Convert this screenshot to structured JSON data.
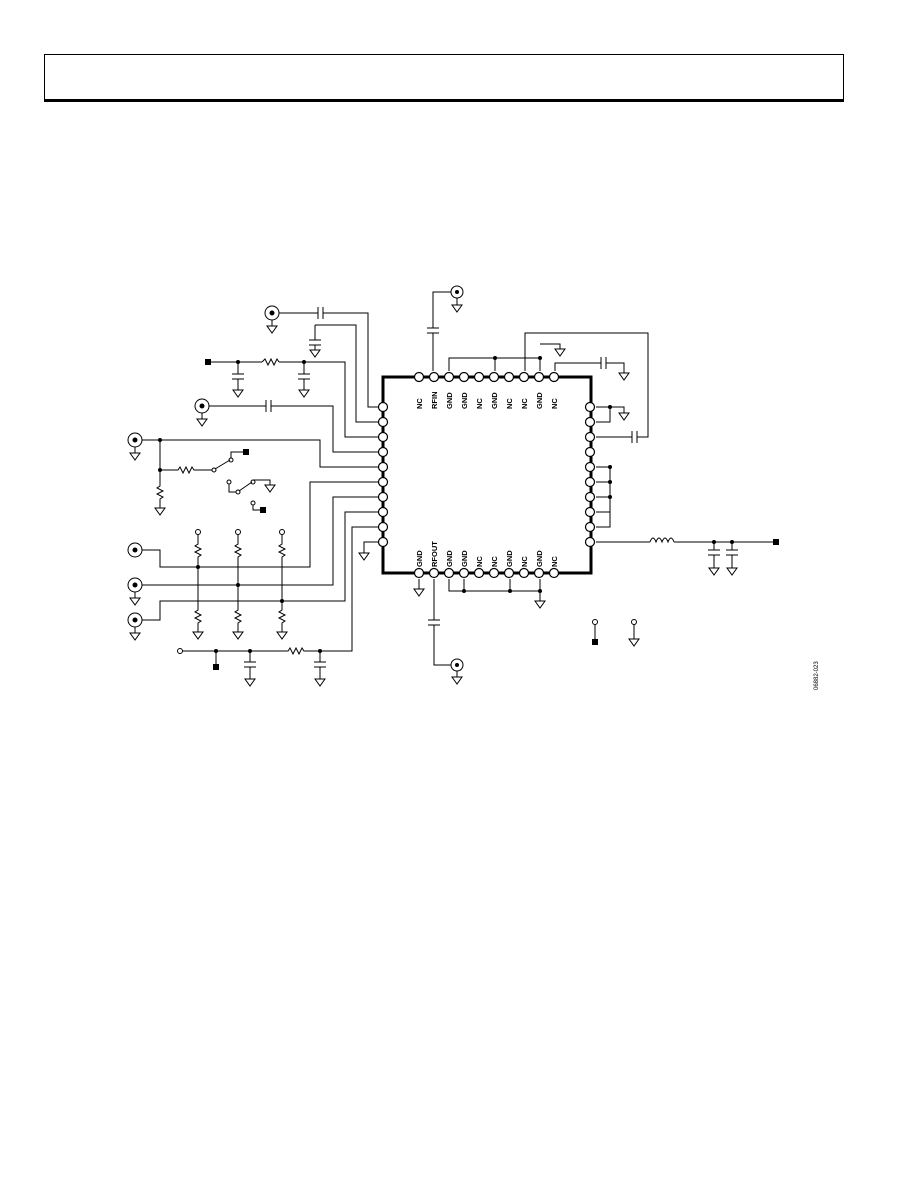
{
  "header": {
    "title": ""
  },
  "chip": {
    "top_pins": [
      "NC",
      "RFIN",
      "GND",
      "GND",
      "NC",
      "GND",
      "NC",
      "NC",
      "GND",
      "NC"
    ],
    "bottom_pins": [
      "GND",
      "RFOUT",
      "GND",
      "GND",
      "NC",
      "NC",
      "GND",
      "NC",
      "GND",
      "NC"
    ]
  },
  "figure_code": "06882-023"
}
